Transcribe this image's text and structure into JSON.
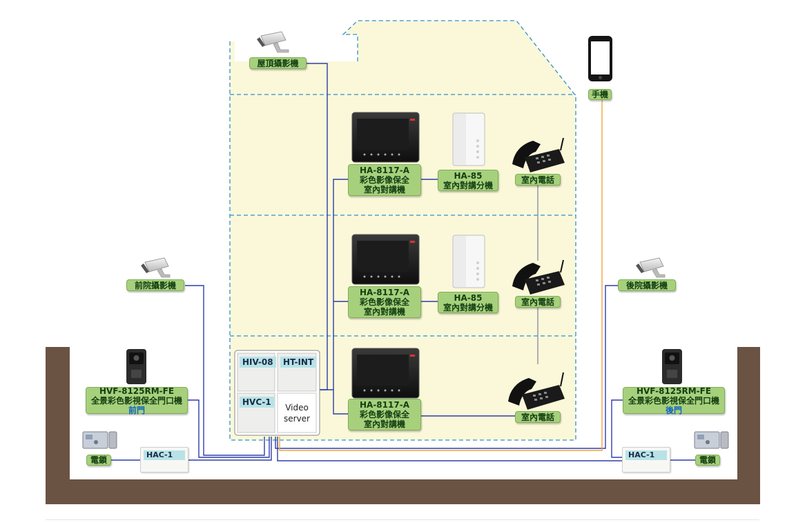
{
  "devices": {
    "roof_camera": "屋頂攝影機",
    "mobile_phone": "手機",
    "front_yard_camera": "前院攝影機",
    "back_yard_camera": "後院攝影機",
    "monitor_model": "HA-8117-A",
    "monitor_desc_1": "彩色影像保全",
    "monitor_desc_2": "室內對講機",
    "handset_model": "HA-85",
    "handset_desc": "室內對講分機",
    "indoor_phone": "室內電話",
    "door_station_model": "HVF-8125RM-FE",
    "door_station_desc": "全景彩色影視保全門口機",
    "front_door": "前門",
    "back_door": "後門",
    "electric_lock": "電鎖",
    "controller": "HAC-1"
  },
  "hub": {
    "module_1": "HIV-08",
    "module_2": "HT-INT",
    "module_3": "HVC-1",
    "video_server_1": "Video",
    "video_server_2": "server"
  },
  "colors": {
    "house_fill": "#fbf8d9",
    "house_outline": "#2f8fd0",
    "ground": "#6b5343",
    "label_fill": "#a7d07c",
    "cable_blue": "#2d3da8",
    "cable_orange": "#f0a43a",
    "cable_gray": "#8a8fa8"
  }
}
